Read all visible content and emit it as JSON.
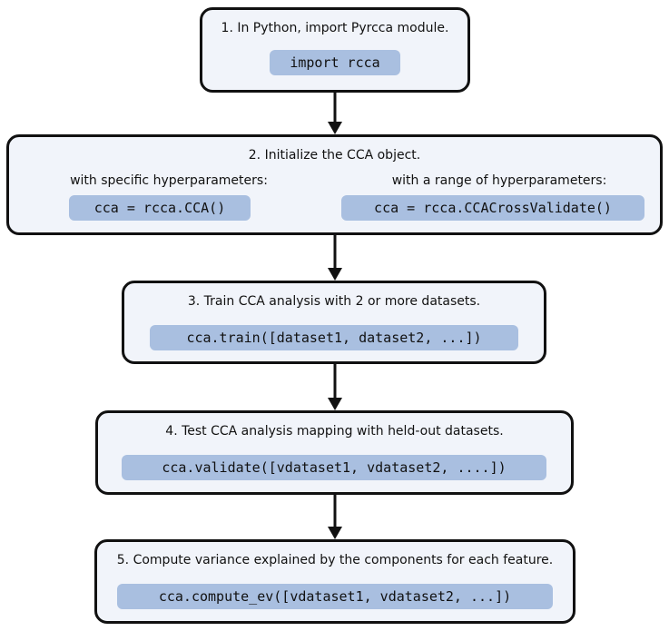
{
  "steps": [
    {
      "title": "1. In Python, import Pyrcca module.",
      "code": "import rcca"
    },
    {
      "title": "2. Initialize the CCA object.",
      "options": [
        {
          "label": "with specific hyperparameters:",
          "code": "cca = rcca.CCA()"
        },
        {
          "label": "with a range of hyperparameters:",
          "code": "cca = rcca.CCACrossValidate()"
        }
      ]
    },
    {
      "title": "3. Train CCA analysis with 2 or more datasets.",
      "code": "cca.train([dataset1, dataset2, ...])"
    },
    {
      "title": "4. Test CCA analysis mapping with held-out datasets.",
      "code": "cca.validate([vdataset1, vdataset2, ....])"
    },
    {
      "title": "5. Compute variance explained by the components for each feature.",
      "code": "cca.compute_ev([vdataset1, vdataset2, ...])"
    }
  ],
  "colors": {
    "box_fill": "#f1f4fa",
    "box_border": "#111111",
    "code_fill": "#a9bfe0",
    "arrow": "#111111"
  }
}
